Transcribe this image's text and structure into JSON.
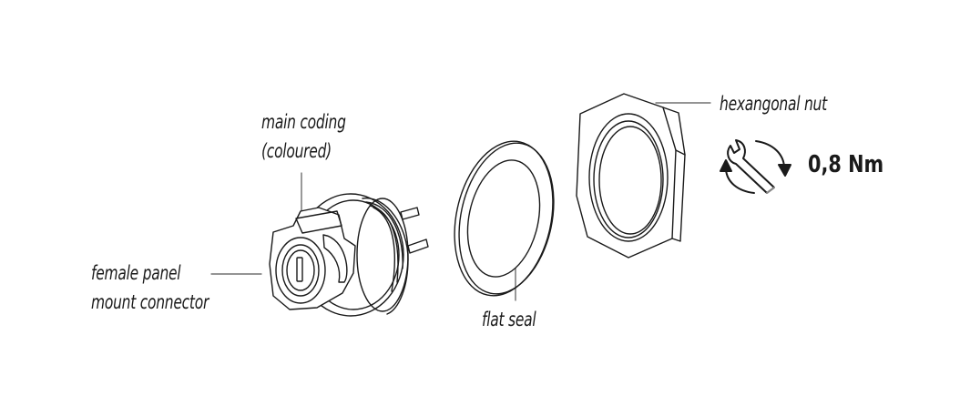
{
  "labels": {
    "main_coding_line1": "main coding",
    "main_coding_line2": "(coloured)",
    "female_line1": "female panel",
    "female_line2": "mount connector",
    "flat_seal": "flat seal",
    "hex_nut": "hexangonal nut",
    "torque": "0,8 Nm"
  },
  "icons": {
    "wrench": "wrench-icon",
    "rotation": "rotate-arrows-icon"
  },
  "colors": {
    "line": "#1a1a1a",
    "leader": "#555555"
  }
}
